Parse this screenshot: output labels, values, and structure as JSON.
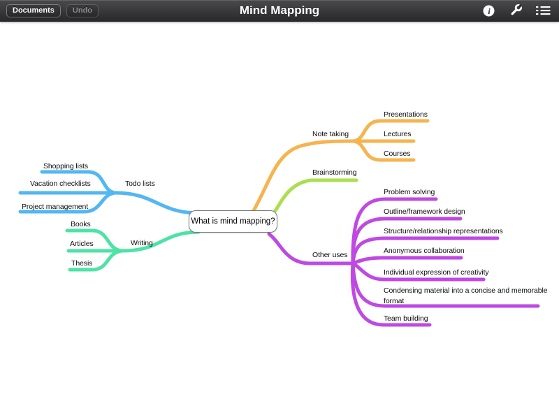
{
  "toolbar": {
    "documents_label": "Documents",
    "undo_label": "Undo",
    "title": "Mind Mapping",
    "icons": [
      "info-icon",
      "wrench-icon",
      "list-icon"
    ]
  },
  "mindmap": {
    "center": {
      "label": "What is mind mapping?",
      "fill": "#ffffff",
      "border_color": "#787878"
    },
    "branches": [
      {
        "label": "Todo lists",
        "color": "#52b7f2",
        "children": [
          "Shopping lists",
          "Vacation checklists",
          "Project management"
        ]
      },
      {
        "label": "Writing",
        "color": "#4ee3a6",
        "children": [
          "Books",
          "Articles",
          "Thesis"
        ]
      },
      {
        "label": "Note taking",
        "color": "#f6b44f",
        "children": [
          "Presentations",
          "Lectures",
          "Courses"
        ]
      },
      {
        "label": "Brainstorming",
        "color": "#aadf50",
        "children": []
      },
      {
        "label": "Other uses",
        "color": "#bf49e3",
        "children": [
          "Problem solving",
          "Outline/framework design",
          "Structure/relationship representations",
          "Anonymous collaboration",
          "Individual expression of creativity",
          "Condensing material into a concise and memorable format",
          "Team building"
        ]
      }
    ]
  }
}
